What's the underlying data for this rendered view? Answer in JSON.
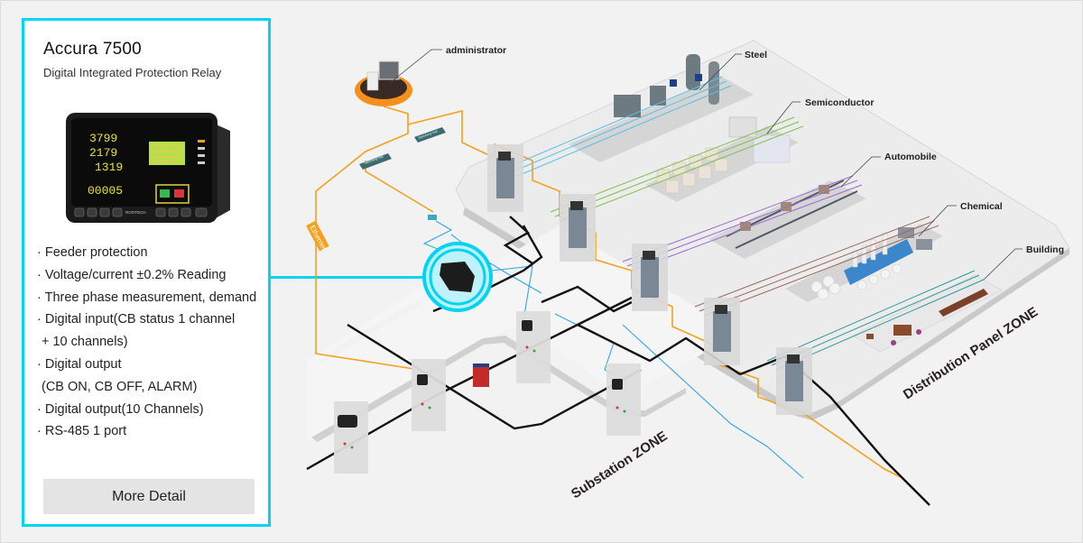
{
  "product": {
    "name": "Accura 7500",
    "subtitle": "Digital Integrated Protection Relay",
    "device_display": {
      "readings": [
        "3799",
        "2179",
        "1319"
      ],
      "counter": "00005",
      "brand": "ROOTECH"
    },
    "features": [
      "· Feeder protection",
      "· Voltage/current ±0.2% Reading",
      "· Three phase measurement, demand",
      "· Digital input(CB status 1 channel",
      "+ 10 channels)",
      "· Digital output",
      "(CB ON, CB OFF, ALARM)",
      "· Digital output(10 Channels)",
      "· RS-485 1 port"
    ],
    "more_button": "More Detail"
  },
  "diagram": {
    "labels": {
      "administrator": "administrator",
      "steel": "Steel",
      "semiconductor": "Semiconductor",
      "automobile": "Automobile",
      "chemical": "Chemical",
      "building": "Building",
      "ethernet": "Ethernet",
      "switching_hub": "Switching Hub"
    },
    "zones": {
      "substation": "Substation ZONE",
      "distribution": "Distribution Panel ZONE"
    },
    "colors": {
      "highlight": "#00d4f5",
      "ethernet": "#f5a01e",
      "power": "#111111",
      "rs485": "#2fa7e6",
      "steel": "#56bde8",
      "semiconductor": "#7dc04b",
      "automobile": "#9b6bd0",
      "chemical": "#9b6a5e",
      "building": "#2c9a9a"
    }
  }
}
